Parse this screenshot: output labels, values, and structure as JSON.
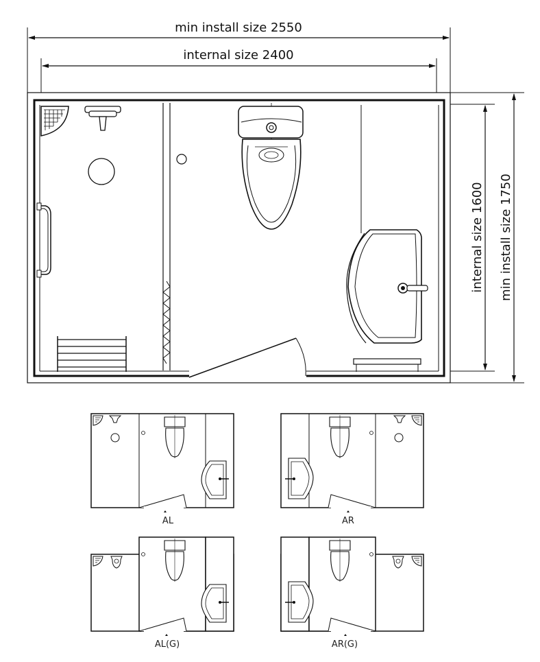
{
  "dimensions": {
    "min_install_width": "min install size 2550",
    "internal_width": "internal size 2400",
    "internal_depth": "internal size 1600",
    "min_install_depth": "min install size 1750"
  },
  "variants": [
    {
      "label": "AL"
    },
    {
      "label": "AR"
    },
    {
      "label": "AL(G)"
    },
    {
      "label": "AR(G)"
    }
  ],
  "colors": {
    "line": "#111111",
    "fill": "#ffffff"
  }
}
